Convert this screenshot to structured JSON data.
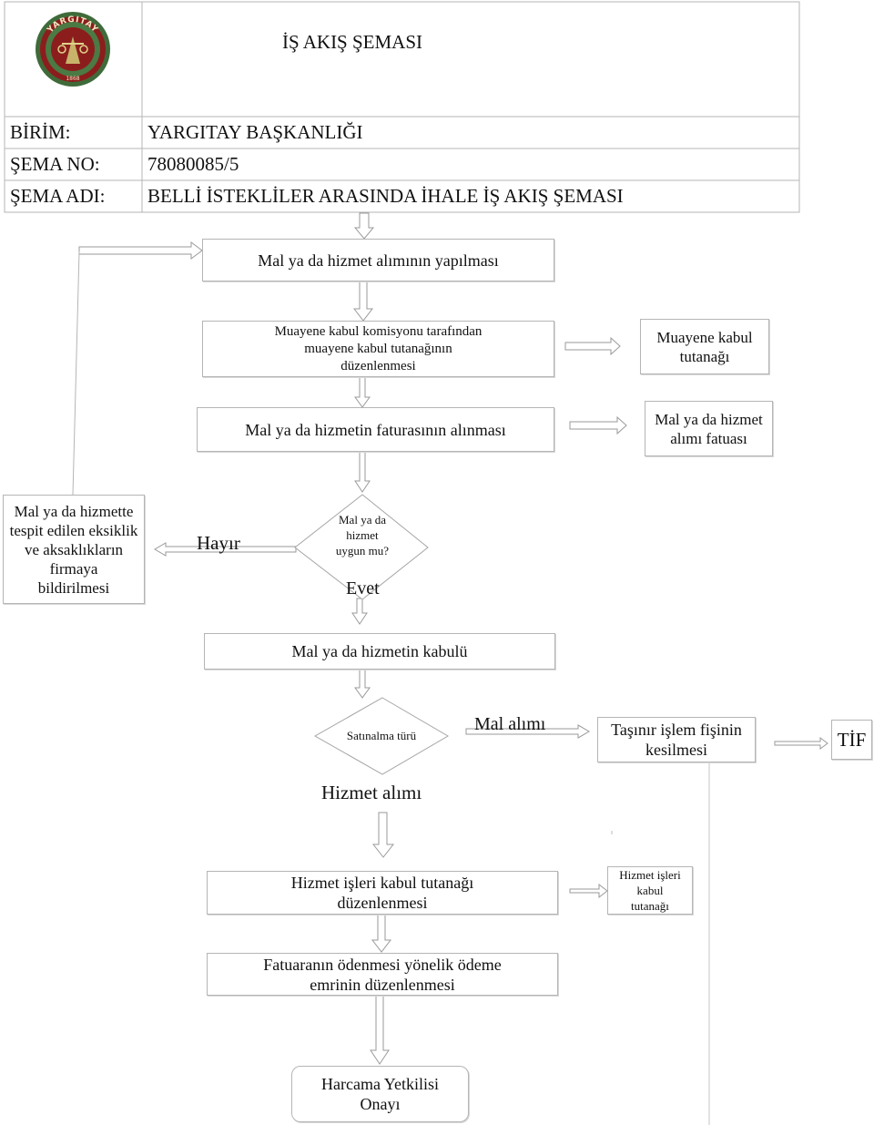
{
  "header": {
    "title": "İŞ AKIŞ ŞEMASI",
    "logo_text": "YARGITAY",
    "logo_year": "1868",
    "rows": [
      {
        "label": "BİRİM:",
        "value": "YARGITAY BAŞKANLIĞI"
      },
      {
        "label": "ŞEMA NO:",
        "value": "78080085/5"
      },
      {
        "label": "ŞEMA ADI:",
        "value": "BELLİ İSTEKLİLER ARASINDA İHALE İŞ AKIŞ ŞEMASI"
      }
    ]
  },
  "flow": {
    "step1": "Mal ya da hizmet alımının yapılması",
    "step2_lines": [
      "Muayene kabul komisyonu tarafından",
      "muayene kabul tutanağının",
      "düzenlenmesi"
    ],
    "doc1_lines": [
      "Muayene kabul",
      "tutanağı"
    ],
    "step3": "Mal ya da hizmetin faturasının alınması",
    "doc2_lines": [
      "Mal ya da hizmet",
      "alımı fatuası"
    ],
    "decision1_lines": [
      "Mal ya da",
      "hizmet",
      "uygun mu?"
    ],
    "no_label": "Hayır",
    "yes_label": "Evet",
    "deficiency_lines": [
      "Mal ya da hizmette",
      "tespit edilen eksiklik",
      "ve aksaklıkların",
      "firmaya",
      "bildirilmesi"
    ],
    "step4": "Mal ya da hizmetin kabulü",
    "decision2": "Satınalma türü",
    "goods_label": "Mal alımı",
    "service_label": "Hizmet alımı",
    "tif_doc_lines": [
      "Taşınır işlem fişinin",
      "kesilmesi"
    ],
    "tif": "TİF",
    "step5_lines": [
      "Hizmet işleri kabul tutanağı",
      "düzenlenmesi"
    ],
    "doc3_lines": [
      "Hizmet işleri",
      "kabul",
      "tutanağı"
    ],
    "step6_lines": [
      "Fatuaranın ödenmesi yönelik ödeme",
      "emrinin düzenlenmesi"
    ],
    "final_lines": [
      "Harcama Yetkilisi",
      "Onayı"
    ]
  },
  "colors": {
    "border": "#b5b5b5",
    "arrow_fill": "#ffffff",
    "arrow_stroke": "#9a9a9a",
    "logo_green": "#3f6b3a",
    "logo_red": "#8c1d1d"
  }
}
